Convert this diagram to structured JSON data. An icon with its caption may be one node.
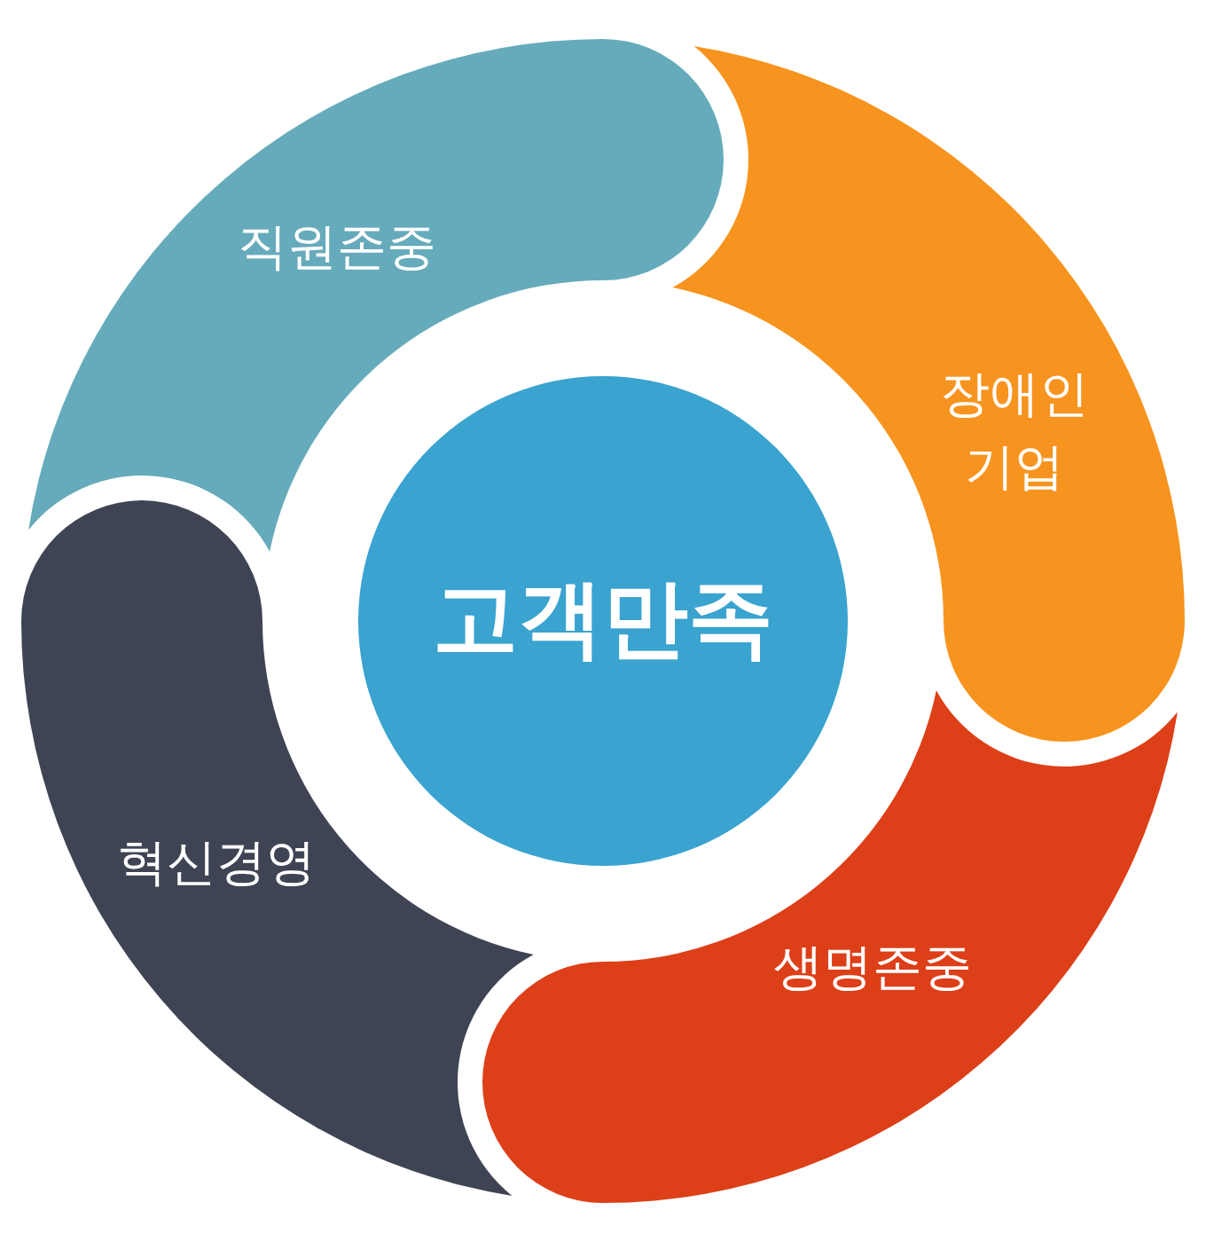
{
  "diagram": {
    "nodes": [
      {
        "text": [
          "직원존중"
        ]
      },
      {
        "text": [
          "장애인 기업"
        ]
      },
      {
        "text": [
          "고객만족"
        ]
      },
      {
        "text": [
          "혁신경영"
        ]
      },
      {
        "text": [
          "생명존중"
        ]
      }
    ]
  }
}
